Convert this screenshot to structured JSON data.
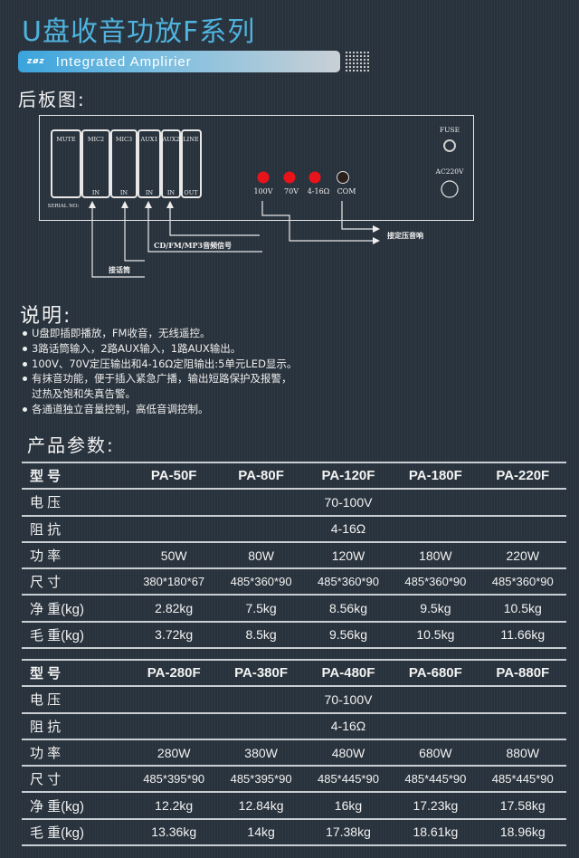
{
  "header": {
    "title": "U盘收音功放F系列",
    "logo": "zøz",
    "subtitle": "Integrated Amplirier"
  },
  "rear_panel": {
    "heading": "后板图:",
    "modules": [
      {
        "top": "MUTE",
        "bottom": ""
      },
      {
        "top": "MIC2",
        "bottom": "IN"
      },
      {
        "top": "MIC3",
        "bottom": "IN"
      },
      {
        "top": "AUX1",
        "bottom": "IN"
      },
      {
        "top": "AUX2",
        "bottom": "IN"
      },
      {
        "top": "LINE",
        "bottom": "OUT"
      }
    ],
    "serial": "SERIAL NO:",
    "terminals": [
      "100V",
      "70V",
      "4-16Ω",
      "COM"
    ],
    "fuse": "FUSE",
    "power": "AC220V",
    "callouts": {
      "mic": "接话筒",
      "aux": "CD/FM/MP3音频信号",
      "speaker": "接定压音响"
    },
    "colors": {
      "terminal_red": "#e8141c",
      "terminal_com": "#2a1f1c"
    }
  },
  "notes": {
    "heading": "说明:",
    "items": [
      "U盘即插即播放，FM收音，无线遥控。",
      "3路话筒输入，2路AUX输入，1路AUX输出。",
      "100V、70V定压输出和4-16Ω定阻输出:5单元LED显示。",
      "有抹音功能，便于插入紧急广播，输出短路保护及报警，",
      "各通道独立音量控制，高低音调控制。"
    ],
    "continuation": "过热及饱和失真告警。"
  },
  "specs": {
    "heading": "产品参数:",
    "labels": {
      "model": "型  号",
      "voltage": "电  压",
      "impedance": "阻  抗",
      "power": "功  率",
      "size": "尺  寸",
      "net": "净  重(kg)",
      "gross": "毛  重(kg)"
    },
    "tables": [
      {
        "models": [
          "PA-50F",
          "PA-80F",
          "PA-120F",
          "PA-180F",
          "PA-220F"
        ],
        "voltage": "70-100V",
        "impedance": "4-16Ω",
        "power": [
          "50W",
          "80W",
          "120W",
          "180W",
          "220W"
        ],
        "size": [
          "380*180*67",
          "485*360*90",
          "485*360*90",
          "485*360*90",
          "485*360*90"
        ],
        "net": [
          "2.82kg",
          "7.5kg",
          "8.56kg",
          "9.5kg",
          "10.5kg"
        ],
        "gross": [
          "3.72kg",
          "8.5kg",
          "9.56kg",
          "10.5kg",
          "11.66kg"
        ]
      },
      {
        "models": [
          "PA-280F",
          "PA-380F",
          "PA-480F",
          "PA-680F",
          "PA-880F"
        ],
        "voltage": "70-100V",
        "impedance": "4-16Ω",
        "power": [
          "280W",
          "380W",
          "480W",
          "680W",
          "880W"
        ],
        "size": [
          "485*395*90",
          "485*395*90",
          "485*445*90",
          "485*445*90",
          "485*445*90"
        ],
        "net": [
          "12.2kg",
          "12.84kg",
          "16kg",
          "17.23kg",
          "17.58kg"
        ],
        "gross": [
          "13.36kg",
          "14kg",
          "17.38kg",
          "18.61kg",
          "18.96kg"
        ]
      }
    ]
  }
}
